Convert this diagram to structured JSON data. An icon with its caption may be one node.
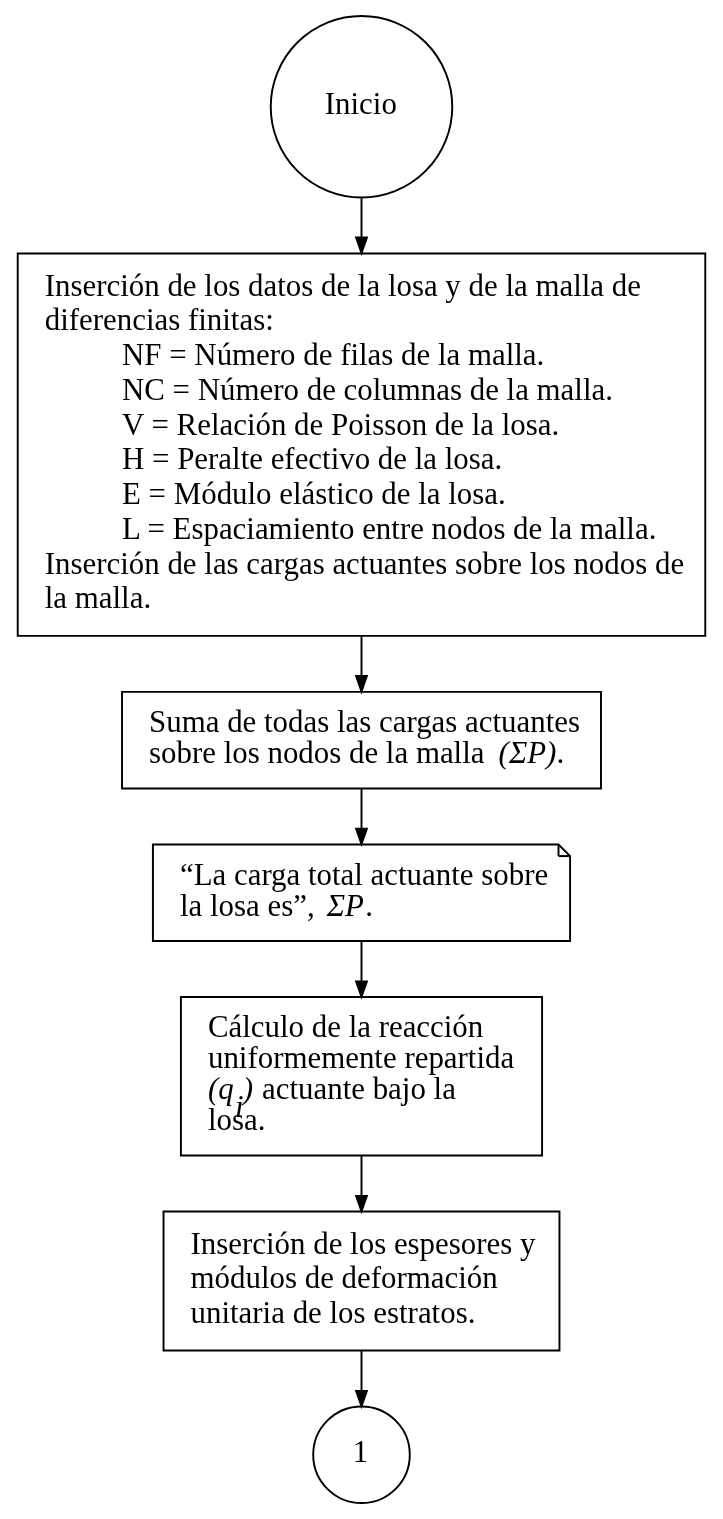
{
  "diagram": {
    "nodes": [
      {
        "text": [
          "Inicio"
        ]
      },
      {
        "text": [
          "Inserción de los datos de la losa y de la malla de diferencias finitas:",
          "NF = Número de filas de la malla.",
          "NC = Número de columnas de la malla.",
          "V = Relación de Poisson de la losa.",
          "H = Peralte efectivo de la losa.",
          "E = Módulo elástico de la losa.",
          "L = Espaciamiento entre nodos de la malla.",
          "Inserción de las cargas actuantes sobre los nodos de la malla."
        ]
      },
      {
        "text": [
          "Suma de todas las cargas actuantes sobre los nodos de la malla *(ΣP)*."
        ]
      },
      {
        "text": [
          "“La carga total actuante sobre la losa es”, *ΣP*."
        ]
      },
      {
        "text": [
          "Cálculo de la reacción uniformemente repartida *(q$_{i}$)* actuante bajo la losa."
        ]
      },
      {
        "text": [
          "Inserción de los espesores y módulos de deformación unitaria de los estratos."
        ]
      },
      {
        "text": [
          "1"
        ]
      }
    ],
    "edges": [
      {
        "from": 0,
        "to": 1,
        "arrow": "to"
      },
      {
        "from": 1,
        "to": 2,
        "arrow": "to"
      },
      {
        "from": 2,
        "to": 3,
        "arrow": "to"
      },
      {
        "from": 3,
        "to": 4,
        "arrow": "to"
      },
      {
        "from": 4,
        "to": 5,
        "arrow": "to"
      },
      {
        "from": 5,
        "to": 6,
        "arrow": "to"
      }
    ]
  }
}
